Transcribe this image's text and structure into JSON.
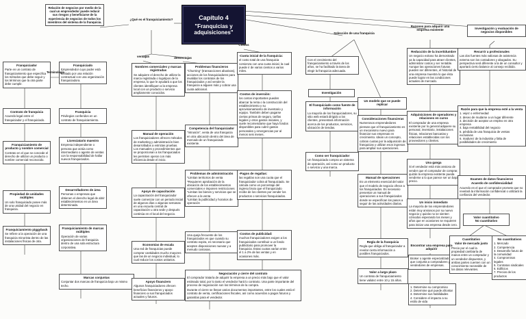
{
  "colors": {
    "chapter_box": "#141432",
    "box_border": "#4f4f4f",
    "background": "#fcfcfa"
  },
  "chapter": {
    "line1": "Capítulo 4",
    "line2": "\"Franquicias y adquisiciones\""
  },
  "labels": {
    "que_es": "¿Qué es el franquiciamiento?",
    "ventajas": "ventajas",
    "desventajas": "desventajas",
    "costos": "Costos",
    "terminologia": "Terminología",
    "seleccion": "Selección de una franquicia",
    "razones": "Razones para adquirir una empresa existente",
    "investigacion_eval": "Investigación y evaluación de negocios disponibles",
    "encontrar": "Encontrar una empresa para adquirir"
  },
  "nodes": {
    "intro": {
      "body": "Relación de negocios por medio de la cual un emprendedor puede reducir sus riesgos y beneficiarse de la experiencia de negocios de todos los miembros del sistema de la franquicia."
    },
    "franquiciador": {
      "title": "Franquiciador",
      "body": "Parte en un contrato de franquiciamiento que especifica los métodos que debe seguir y los términos que la otra parte debe cumplir."
    },
    "contrato": {
      "title": "Contrato de franquicia",
      "body": "Acuerdo legal entre el franquiciador y el franquiciado."
    },
    "producto_nombre": {
      "title": "Franquiciamiento de producto y nombre comercial",
      "body": "Contrato en el que se concede el derecho de utilizar un producto o nombre comercial reconocido."
    },
    "propiedad": {
      "title": "Propiedad de unidades múltiples",
      "body": "Un solo franquiciado posee más de una unidad del negocio en franquicia."
    },
    "piggyback": {
      "title": "Franquiciamiento piggyback",
      "body": "Se refiere a la operación de una franquicia minorista dentro de las instalaciones físicas de otra."
    },
    "franquiciado": {
      "title": "Franquiciado",
      "body": "Emprendedor cuyo poder está limitado por una relación contractual con una organización franquiciadora."
    },
    "franquicia": {
      "title": "Franquicia",
      "body": "Privilegios conferidos en un contrato de franquiciamiento."
    },
    "licenciatario": {
      "title": "Licenciatario maestro",
      "body": "Empresa independiente o persona que actúa como intermediario o agente de ventas con la responsabilidad de hallar nuevos franquiciados."
    },
    "desarrolladores": {
      "title": "Desarrolladores de área",
      "body": "Personas o empresas que obtienen el derecho legal de abrir establecimientos en un área determinada."
    },
    "marcas_multiples": {
      "title": "Franquiciamiento de marcas múltiples",
      "body": "Operación de varias organizaciones de franquicia dentro de una sola estructura corporativa."
    },
    "marcas_conjuntas": {
      "title": "Marcas conjuntas",
      "body": "Conjuntar dos marcas de franquicia bajo un mismo techo."
    },
    "nombres": {
      "title": "Nombres comerciales y marcas registradas",
      "body": "Se adquiere el derecho de utilizar la marca registrada o logotipos de la empresa, lo que le ayudará a que los clientes identifiquen a la empresa local con un producto o servicio ampliamente conocidos."
    },
    "manual_op": {
      "title": "Manual de operación",
      "body": "Los franquiciadores ofrecen métodos de marketing y administración bien desarrollados a estrictas pruebas. Los manuales y procedimientos que se proporcionan a los franquiciados les permiten operar con más eficiencia desde el inicio."
    },
    "apoyo_cap": {
      "title": "Apoyo de capacitación",
      "body": "La capacitación del franquiciador suele comenzar con un periodo inicial de algunos días o algunas semanas en una escuela central de capacitación u otra sede y después continúa en el local del negocio."
    },
    "economias": {
      "title": "Economías de escala",
      "body": "Una red de franquicias puede comprar cantidades mucho mayores que las de un negocio individual, lo cual reduce los costos unitarios."
    },
    "apoyo_fin": {
      "title": "Apoyo financiero",
      "body": "Algunos franquiciadores ofrecen beneficios financieros y apoyo financiero a sus franquiciados actuales y futuros."
    },
    "problemas_fin": {
      "title": "Problemas financieros",
      "body": "\"Churning\" (transacciones abusivas), acciones de los franquiciadores para invalidar los contratos de los franquiciados y así vender la franquicia a alguien más y cobrar una cuota adicional."
    },
    "competencia": {
      "title": "Competencia del franquiciador",
      "body": "\"Intrusión\", venta de una franquicia en otra ubicación dentro del área de mercado de un franquiciado existente."
    },
    "problemas_admin": {
      "title": "Problemas de administración",
      "body": "*Limitan territorios de venta\n*Requieren aprobación de la ubicación de los establecimientos comerciales e imponen restricciones\n*Limitan los bienes y servicios que se ofrecen a la venta\n*Limitan la publicidad y horarios de operación"
    },
    "queja": {
      "body": "Una queja frecuente de los franquiciados es que cuando su contrato expira, es necesario que acepten disposiciones nuevas y a menudo costosas."
    },
    "negociacion": {
      "title": "Negociación y cierre del contrato",
      "body": "El comprador trataría de adquirir la empresa a un precio más bajo que el valor estimado total, por lo tanto el vendedor hará lo contrario. Una parte importante del proceso de negociación son los términos de la compra.",
      "body2": "Durante el cierre se llenan varios documentos importantes, entre los cuales está el contrato de venta, certificaciones fiscales, así como acuerdos a pagos futuros y garantías para el vendedor."
    },
    "cuota": {
      "title": "-Cuota inicial de la franquicia:",
      "body": "el costo total de una franquicia comienza con una cuota inicial, la cual puede ir de varios cientos a varios miles."
    },
    "inversion": {
      "title": "-Costos de inversión:",
      "body": "los costos importantes pueden abarcar la renta o la construcción del establecimiento y su aprovisionamiento de inventario y equipo. También deben pagarse ciertas primas de seguro, tarifas legales y otros gastos iniciales, y suele recomendarse que haya fondos disponibles para cubrir gastos personales y emergencias por al menos seis meses."
    },
    "regalias": {
      "title": "-Pagos de regalías:",
      "body": "las regalías son una cuota que el franquiciador cobra al franquiciado. Se calcula como un porcentaje del ingreso bruto que el franquiciado recibe de los clientes por vender los productos o servicios franquiciados."
    },
    "publicidad": {
      "title": "-Costos de publicidad:",
      "body": "muchos franquiciadores exigen a los franquiciados contribuir a un fondo publicitario para promover la franquicia. Estas cuotas varían entre el 1 a 2% de las ventas y en ocasiones más."
    },
    "crecimiento": {
      "body": "Con el crecimiento del franquiciamiento a través de los años, se ha facilitado la tarea de elegir la franquicia adecuada."
    },
    "investigacion": {
      "title": "Investigación"
    },
    "fuente": {
      "title": "El franquiciado como fuente de información",
      "body": "La mayoría de los franquiciadores, su sitio web estará dirigido a los clientes, presentará información acerca de los productos, servicios, ubicación de tiendas."
    },
    "como_ser": {
      "title": "Como ser franquiciador",
      "body": "Un franquiciado compra un sistema de operación, así como un producto o servicio y una marca."
    },
    "modelo": {
      "title": "Un modelo que se puede replicar"
    },
    "consideraciones": {
      "title": "Consideraciones financieras",
      "body": "Numerosos emprendedores piensan que el franquiciamiento es un mecanismo nuevo para financiar sus empresas en crecimiento. Idean un concepto, cobran cuotas por la adquisición de franquicias y utilizan esos ingresos para ampliar sus operaciones."
    },
    "manual_ops": {
      "title": "Manual de operaciones",
      "body": "Es un elemento esencial del valor que el modelo de negocio ofrece a los franquiciados. Es necesario presentar un manual de operaciones a sus franquiciados donde se especifican los pasos a seguir de las actividades diarias."
    },
    "regla": {
      "title": "Regla de la franquicia",
      "body": "Regla que obliga al franquiciador a revelar cierta información a posibles franquiciados."
    },
    "valor_largo": {
      "title": "Valor a largo plazo",
      "body": "Un contrato de franquiciamiento tiene validez entre 10 y 15 años."
    },
    "reduccion": {
      "title": "Reducción de la incertidumbre",
      "body": "Un negocio exitoso ha demostrado ya la capacidad para atraer clientes, administrar costos y ser rentable. Aunque las operaciones futuras pueden ser diferentes, el historial de una empresa muestra lo que ésta puede lograr en las condiciones actuales de mercado."
    },
    "adquisiciones": {
      "title": "Adquisiciones de operadores y relaciones en curso",
      "body": "El comprador de una empresa existente por lo general adquiere su personal, inventario, instalaciones físicas, relaciones bancarias y relaciones establecidas con los proveedores y clientes."
    },
    "ganga": {
      "title": "Una ganga",
      "body": "Si el vendedor está más ansioso de vender que el comprador de comprar, quizás la empresa existente pueda venderse a lo que parece ser un bajo precio."
    },
    "inicio": {
      "title": "Un inicio inmediato",
      "body": "La mayoría de los emprendedores están muy ansiosos por su nuevo negocio y quizás no se sienten cómodos esperando los meses y años que en ocasiones se requieren para iniciar una empresa desde cero."
    },
    "broker": {
      "body": "Broker o agente especializado que conjunta a compradores y vendedores de empresas."
    },
    "pasos": {
      "body": "1. Determine su compromiso\n2. Determine qué puede afrontar\n3. Determine sus habilidades\n4. Considere el impacto a su estilo de vida"
    },
    "profesionales": {
      "title": "Recurrir a profesionales",
      "body": "Las dos fuentes más valiosas de asistencia externa son los contadores y abogados. Su perspectiva será diferente a la de un consultor y aportará cierto balance al consejo recibido."
    },
    "razon_venta": {
      "title": "Razón para que la empresa esté a la venta",
      "body": "1. vejez o enfermedad\n2. deseo de mudarse a un lugar diferente\n3. decisión de aceptar un empleo en otra empresa\n4. baja rentabilidad del negocio\n5. pérdida de una franquicia de ventas exclusivas\n6. madurez de la industria y falta de posibilidades de crecimiento"
    },
    "examen": {
      "title": "Examen de datos financieros",
      "subtitle": "Acuerdo de confidencialidad",
      "body": "Acuerdo en el que el comprador promete que no revelará la información confidencial o utilizará la confianza del vendedor."
    },
    "valor_cuant": {
      "title": "Valor cuantitativo\nNo cuantitativo"
    },
    "cuantitativo": {
      "title": "Cuantitativo",
      "subtitle": "Valor de mercado justo",
      "body": "Precio por el cual la propiedad cambiaría de manos entre un comprador y un vendedor dispuestos, y ambas partes cuenten con un conocimiento razonable de los datos relevantes."
    },
    "no_cuant": {
      "title": "No cuantitativos",
      "body": "1. Mercado\n2. Competencia\n3. Desarrollo futuro de la comunidad\n4. Compromisos legales\n5. Contratos sindicales\n6. Edificios\n7. Precios de los productos"
    }
  }
}
